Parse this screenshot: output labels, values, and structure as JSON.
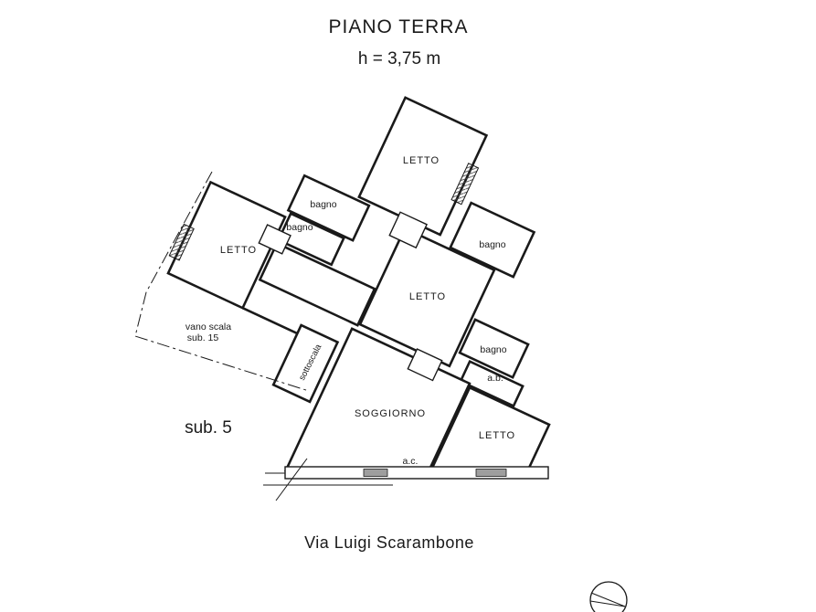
{
  "header": {
    "title": "PIANO TERRA",
    "subtitle": "h = 3,75 m"
  },
  "footer": {
    "street_label": "Via Luigi Scarambone"
  },
  "annotations": {
    "unit_label": "sub. 5",
    "stair_unit_line1": "vano scala",
    "stair_unit_line2": "sub. 15",
    "understairs_label": "sottoscala"
  },
  "rooms": {
    "letto_top": "LETTO",
    "letto_left": "LETTO",
    "letto_center": "LETTO",
    "letto_bottom": "LETTO",
    "bagno_top_1": "bagno",
    "bagno_top_2": "bagno",
    "bagno_right": "bagno",
    "bagno_lower": "bagno",
    "anti_bagno": "a.b.",
    "accessorio": "a.c.",
    "soggiorno": "SOGGIORNO"
  },
  "colors": {
    "wall": "#1a1a1a",
    "text": "#1a1a1a",
    "window_fill": "#9e9e9e",
    "background": "#ffffff"
  },
  "icons": {
    "north_indicator": "compass-circle"
  }
}
